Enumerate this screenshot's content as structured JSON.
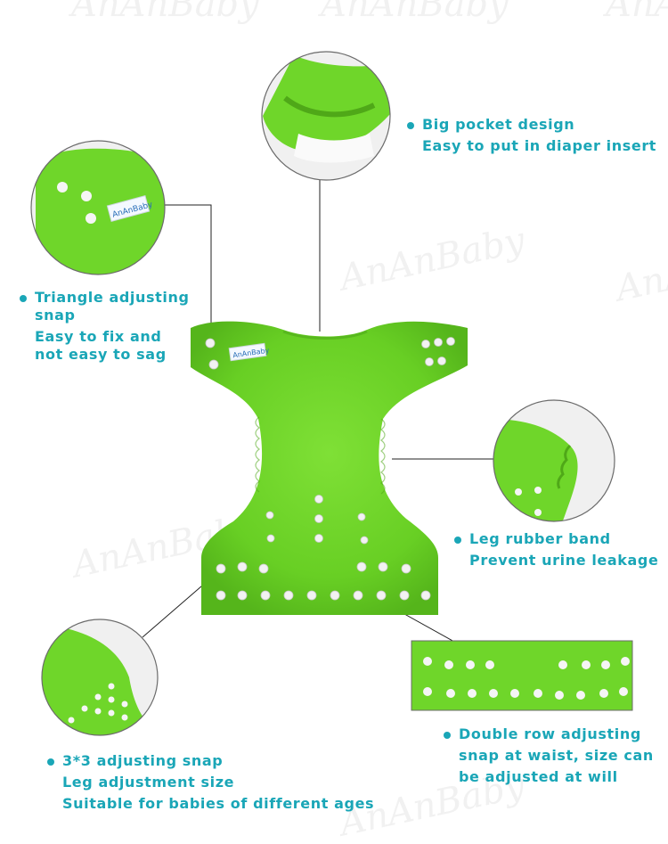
{
  "brand": {
    "watermark": "AnAnBaby",
    "tag_text": "AnAnBaby"
  },
  "colors": {
    "accent_text": "#1aa6b7",
    "diaper_green": "#6fd62a",
    "snap_white": "#f2f2f2",
    "circle_border": "#6b6b6b"
  },
  "features": [
    {
      "lines": [
        "Big pocket design",
        "Easy to put in diaper insert"
      ]
    },
    {
      "lines": [
        "Triangle adjusting",
        "snap",
        "Easy to fix and",
        "not easy to sag"
      ]
    },
    {
      "lines": [
        "Leg rubber band",
        "Prevent urine leakage"
      ]
    },
    {
      "lines": [
        "3*3 adjusting snap",
        "Leg adjustment size",
        "Suitable for babies of different ages"
      ]
    },
    {
      "lines": [
        "Double row adjusting",
        "snap at waist, size can",
        "be adjusted at will"
      ]
    }
  ]
}
